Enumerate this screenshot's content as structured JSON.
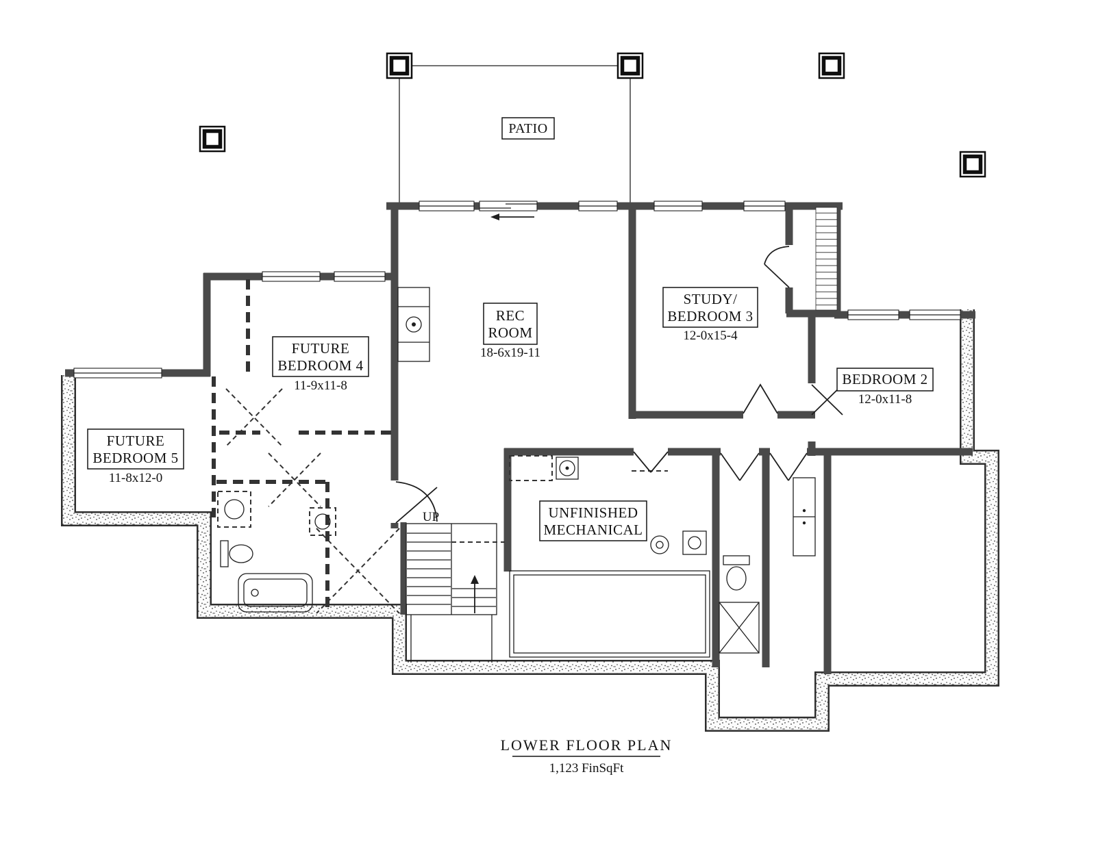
{
  "plan": {
    "title": "LOWER FLOOR PLAN",
    "area": "1,123 FinSqFt",
    "patio": "PATIO",
    "up": "UP",
    "rooms": [
      {
        "line1": "REC",
        "line2": "ROOM",
        "dim": "18-6x19-11"
      },
      {
        "line1": "STUDY/",
        "line2": "BEDROOM 3",
        "dim": "12-0x15-4"
      },
      {
        "line1": "BEDROOM 2",
        "dim": "12-0x11-8"
      },
      {
        "line1": "FUTURE",
        "line2": "BEDROOM 4",
        "dim": "11-9x11-8"
      },
      {
        "line1": "FUTURE",
        "line2": "BEDROOM 5",
        "dim": "11-8x12-0"
      },
      {
        "line1": "UNFINISHED",
        "line2": "MECHANICAL"
      }
    ],
    "colors": {
      "wall": "#4a4a4a",
      "ink": "#1a1a1a",
      "paper": "#ffffff"
    }
  }
}
